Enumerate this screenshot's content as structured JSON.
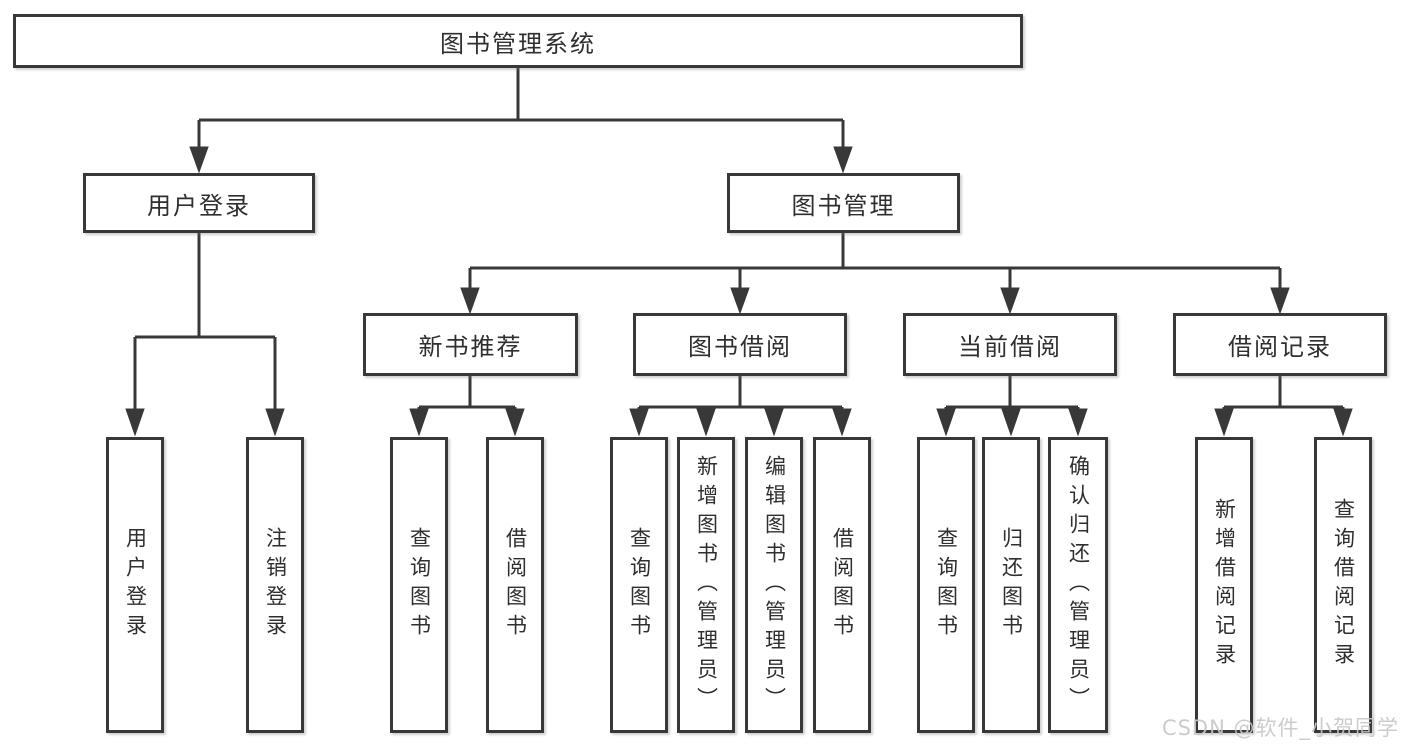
{
  "colors": {
    "line": "#383838",
    "box_border": "#383838",
    "box_fill": "#ffffff",
    "label_text": "#2f2f2f",
    "canvas_background": "#ffffff",
    "watermark_text": "#c8c8c8"
  },
  "watermark": {
    "text": "CSDN @软件_小贺同学"
  },
  "tree": {
    "root": {
      "label": "图书管理系统",
      "children": [
        {
          "label": "用户登录",
          "children": [
            {
              "label": "用户登录"
            },
            {
              "label": "注销登录"
            }
          ]
        },
        {
          "label": "图书管理",
          "children": [
            {
              "label": "新书推荐",
              "children": [
                {
                  "label": "查询图书"
                },
                {
                  "label": "借阅图书"
                }
              ]
            },
            {
              "label": "图书借阅",
              "children": [
                {
                  "label": "查询图书"
                },
                {
                  "label": "新增图书（管理员）"
                },
                {
                  "label": "编辑图书（管理员）"
                },
                {
                  "label": "借阅图书"
                }
              ]
            },
            {
              "label": "当前借阅",
              "children": [
                {
                  "label": "查询图书"
                },
                {
                  "label": "归还图书"
                },
                {
                  "label": "确认归还（管理员）"
                }
              ]
            },
            {
              "label": "借阅记录",
              "children": [
                {
                  "label": "新增借阅记录"
                },
                {
                  "label": "查询借阅记录"
                }
              ]
            }
          ]
        }
      ]
    }
  }
}
